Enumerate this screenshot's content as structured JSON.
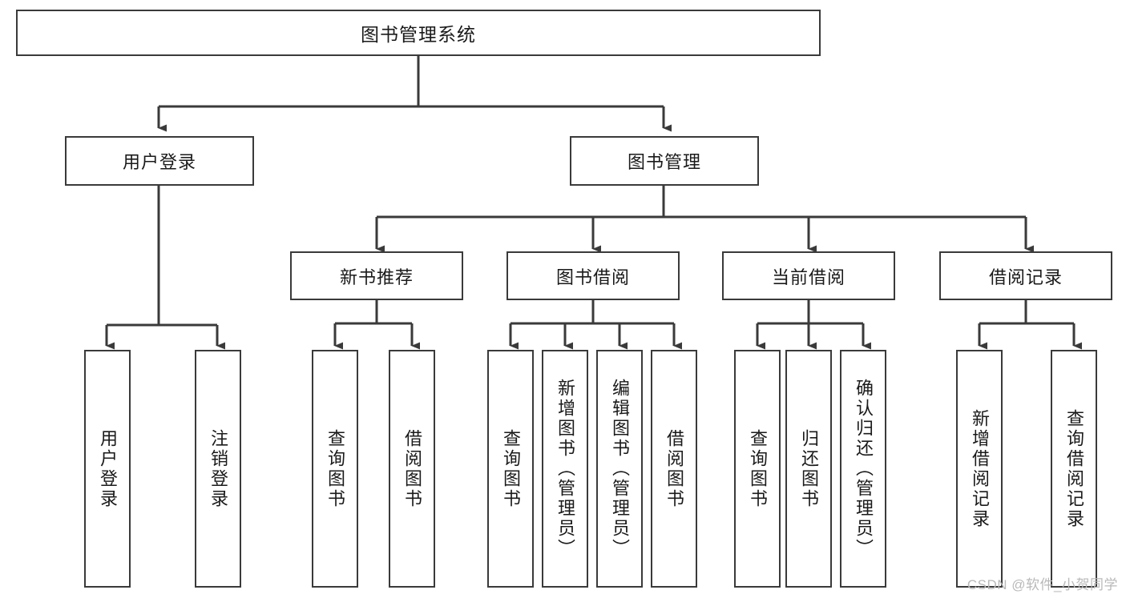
{
  "diagram": {
    "type": "tree-hierarchy",
    "title": "图书管理系统",
    "root": {
      "id": "root",
      "label": "图书管理系统"
    },
    "level2": [
      {
        "id": "user-login",
        "label": "用户登录"
      },
      {
        "id": "book-manage",
        "label": "图书管理"
      }
    ],
    "level3": [
      {
        "id": "new-book-rec",
        "label": "新书推荐",
        "parent": "book-manage"
      },
      {
        "id": "book-borrow",
        "label": "图书借阅",
        "parent": "book-manage"
      },
      {
        "id": "current-borrow",
        "label": "当前借阅",
        "parent": "book-manage"
      },
      {
        "id": "borrow-record",
        "label": "借阅记录",
        "parent": "book-manage"
      }
    ],
    "leaves": [
      {
        "id": "leaf-user-login",
        "label": "用户登录",
        "parent": "user-login"
      },
      {
        "id": "leaf-logout-login",
        "label": "注销登录",
        "parent": "user-login"
      },
      {
        "id": "leaf-query-book-1",
        "label": "查询图书",
        "parent": "new-book-rec"
      },
      {
        "id": "leaf-borrow-book-1",
        "label": "借阅图书",
        "parent": "new-book-rec"
      },
      {
        "id": "leaf-query-book-2",
        "label": "查询图书",
        "parent": "book-borrow"
      },
      {
        "id": "leaf-add-book",
        "label": "新增图书（管理员）",
        "parent": "book-borrow"
      },
      {
        "id": "leaf-edit-book",
        "label": "编辑图书（管理员）",
        "parent": "book-borrow"
      },
      {
        "id": "leaf-borrow-book-2",
        "label": "借阅图书",
        "parent": "book-borrow"
      },
      {
        "id": "leaf-query-book-3",
        "label": "查询图书",
        "parent": "current-borrow"
      },
      {
        "id": "leaf-return-book",
        "label": "归还图书",
        "parent": "current-borrow"
      },
      {
        "id": "leaf-confirm-return",
        "label": "确认归还（管理员）",
        "parent": "current-borrow"
      },
      {
        "id": "leaf-add-record",
        "label": "新增借阅记录",
        "parent": "borrow-record"
      },
      {
        "id": "leaf-query-record",
        "label": "查询借阅记录",
        "parent": "borrow-record"
      }
    ],
    "colors": {
      "stroke": "#3a3a3a",
      "fill": "#ffffff",
      "text": "#1a1a1a",
      "watermark": "#b9b9b9"
    }
  },
  "watermark": {
    "text": "CSDN @软件_小贺同学"
  }
}
